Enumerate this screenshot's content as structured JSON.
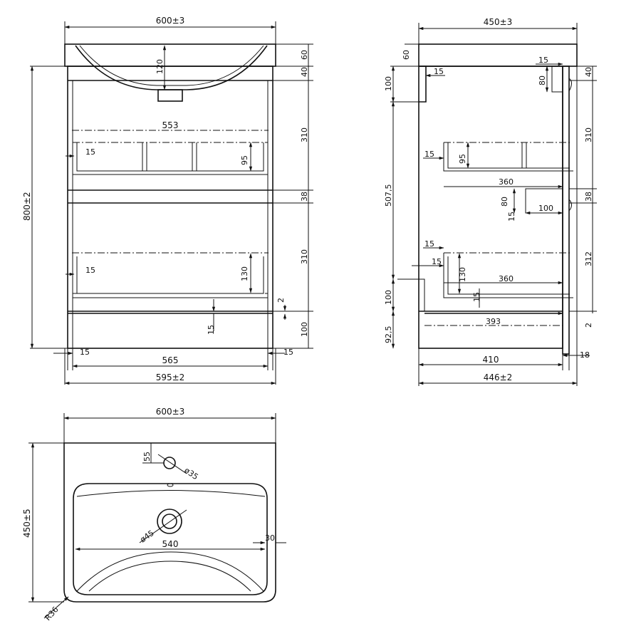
{
  "front": {
    "top_width": "600±3",
    "height": "800±2",
    "bottom_width": "595±2",
    "inner_width": "565",
    "left_gap": "15",
    "right_gap": "15",
    "basin_depth": "120",
    "top_thk": "60",
    "top_gap": "40",
    "drawer1_h": "310",
    "gap_mid": "38",
    "drawer2_h": "310",
    "plinth_gap": "2",
    "plinth_h": "100",
    "drawer_w": "553",
    "d1_side": "15",
    "d1_h": "95",
    "d2_side": "15",
    "d2_h": "130",
    "plinth_side": "15"
  },
  "side": {
    "top_width": "450±3",
    "top_thk": "60",
    "back_rail": "100",
    "rail_thk": "15",
    "overall_h": "507,5",
    "r15a": "15",
    "r80a": "80",
    "r40": "40",
    "d1_h": "310",
    "d1_side": "15",
    "d1_95": "95",
    "d1_len": "360",
    "mid_80": "80",
    "mid_15": "15",
    "mid_100": "100",
    "mid_38": "38",
    "d2_side_top": "15",
    "d2_side_mid": "15",
    "d2_130": "130",
    "d2_len": "360",
    "d2_15": "15",
    "d2_h": "312",
    "side_100": "100",
    "plinth_93": "92,5",
    "plinth_len": "393",
    "plinth_gap": "2",
    "body_depth": "410",
    "door": "18",
    "overall_depth": "446±2"
  },
  "plan": {
    "top_width": "600±3",
    "depth": "450±5",
    "tap_offset": "55",
    "tap_dia": "ø35",
    "waste_dia": "ø45",
    "bowl_width": "540",
    "edge": "30",
    "radius": "R36"
  }
}
